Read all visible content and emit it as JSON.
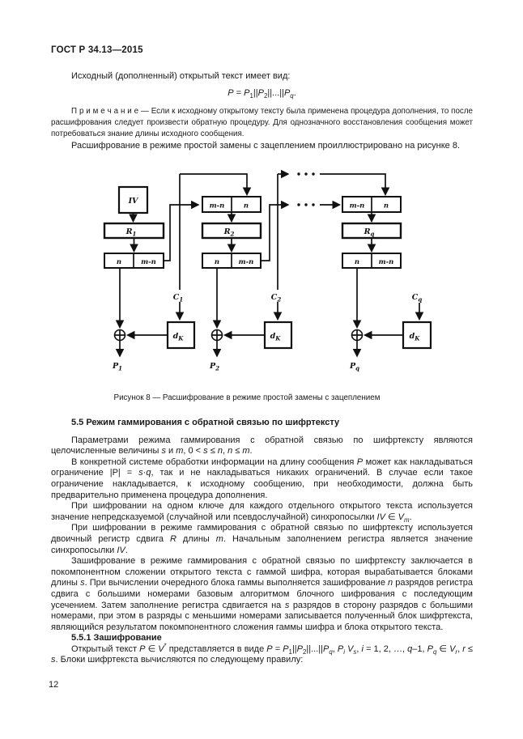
{
  "doc": {
    "header": "ГОСТ Р 34.13—2015",
    "page_number": "12",
    "intro_lead": "Исходный (дополненный) открытый текст имеет вид:",
    "formula": [
      {
        "t": "P",
        "c": "i"
      },
      {
        "t": " = "
      },
      {
        "t": "P",
        "c": "i"
      },
      {
        "t": "1",
        "c": "sub"
      },
      {
        "t": "||"
      },
      {
        "t": "P",
        "c": "i"
      },
      {
        "t": "2",
        "c": "sub"
      },
      {
        "t": "||...||"
      },
      {
        "t": "P",
        "c": "i"
      },
      {
        "t": "q",
        "c": "isub"
      },
      {
        "t": "."
      }
    ],
    "note": "П р и м е ч а н и е   —   Если к исходному открытому тексту была применена процедура дополнения, то после расшифрования следует произвести обратную процедуру. Для однозначного восстановления сообщения может потребоваться знание длины исходного сообщения.",
    "after_note": "Расшифрование в режиме простой замены с зацеплением проиллюстрировано на рисунке 8.",
    "figure": {
      "caption": "Рисунок 8 — Расшифрование в режиме простой замены с зацеплением",
      "labels": {
        "iv": "IV",
        "r": "R",
        "r1s": "1",
        "r2s": "2",
        "rqs": "q",
        "n": "n",
        "mn": "m-n",
        "c": "C",
        "c1s": "1",
        "c2s": "2",
        "cqs": "q",
        "d": "d",
        "ds": "K",
        "p": "P",
        "p1s": "1",
        "p2s": "2",
        "pqs": "q"
      }
    },
    "section": {
      "h55": "5.5 Режим гаммирования с обратной связью по шифртексту",
      "p1": [
        {
          "t": "Параметрами режима гаммирования с обратной связью по шифртексту являются целочисленные величины "
        },
        {
          "t": "s",
          "c": "i"
        },
        {
          "t": " и "
        },
        {
          "t": "m",
          "c": "i"
        },
        {
          "t": ", 0 < "
        },
        {
          "t": "s",
          "c": "i"
        },
        {
          "t": " ≤ "
        },
        {
          "t": "n",
          "c": "i"
        },
        {
          "t": ", "
        },
        {
          "t": "n",
          "c": "i"
        },
        {
          "t": " ≤ "
        },
        {
          "t": "m",
          "c": "i"
        },
        {
          "t": "."
        }
      ],
      "p2": [
        {
          "t": "В конкретной системе обработки информации на длину сообщения "
        },
        {
          "t": "P",
          "c": "i"
        },
        {
          "t": " может как накладываться ограничение |P| = "
        },
        {
          "t": "s",
          "c": "i"
        },
        {
          "t": "·"
        },
        {
          "t": "q",
          "c": "i"
        },
        {
          "t": ", так и не накладываться никаких ограничений. В случае если такое ограничение накладывается, к исходному сообщению, при необходимости, должна быть предварительно применена процедура дополнения."
        }
      ],
      "p3": [
        {
          "t": "При шифровании на одном ключе для каждого отдельного открытого текста используется значение непредсказуемой (случайной или псевдослучайной) синхропосылки "
        },
        {
          "t": "IV",
          "c": "i"
        },
        {
          "t": " ∈ "
        },
        {
          "t": "V",
          "c": "i"
        },
        {
          "t": "m",
          "c": "isub"
        },
        {
          "t": "."
        }
      ],
      "p4": [
        {
          "t": "При шифровании в режиме гаммирования с обратной связью по шифртексту используется двоичный регистр сдвига "
        },
        {
          "t": "R",
          "c": "i"
        },
        {
          "t": " длины "
        },
        {
          "t": "m",
          "c": "i"
        },
        {
          "t": ". Начальным заполнением регистра является значение синхропосылки "
        },
        {
          "t": "IV",
          "c": "i"
        },
        {
          "t": "."
        }
      ],
      "p5": [
        {
          "t": "Зашифрование в режиме гаммирования с обратной связью по шифртексту заключается в покомпонентном сложении открытого текста с гаммой шифра, которая вырабатывается блоками длины "
        },
        {
          "t": "s",
          "c": "i"
        },
        {
          "t": ". При вычислении очередного блока гаммы выполняется зашифрование "
        },
        {
          "t": "n",
          "c": "i"
        },
        {
          "t": " разрядов регистра сдвига с большими номерами базовым алгоритмом блочного шифрования с последующим усечением. Затем заполнение регистра сдвигается на "
        },
        {
          "t": "s",
          "c": "i"
        },
        {
          "t": " разрядов в сторону разрядов с большими номерами, при этом в разряды с меньшими номерами записывается полученный блок шифртекста, являющийся результатом покомпонентного сложения гаммы шифра и блока открытого текста."
        }
      ],
      "h551": "5.5.1 Зашифрование",
      "p6": [
        {
          "t": "Открытый текст "
        },
        {
          "t": "P",
          "c": "i"
        },
        {
          "t": " ∈ "
        },
        {
          "t": "V",
          "c": "i"
        },
        {
          "t": "*",
          "c": "sup"
        },
        {
          "t": " представляется в виде  "
        },
        {
          "t": "P",
          "c": "i"
        },
        {
          "t": " = "
        },
        {
          "t": "P",
          "c": "i"
        },
        {
          "t": "1",
          "c": "sub"
        },
        {
          "t": "||"
        },
        {
          "t": "P",
          "c": "i"
        },
        {
          "t": "2",
          "c": "sub"
        },
        {
          "t": "||...||"
        },
        {
          "t": "P",
          "c": "i"
        },
        {
          "t": "q",
          "c": "isub"
        },
        {
          "t": ", "
        },
        {
          "t": "P",
          "c": "i"
        },
        {
          "t": "i",
          "c": "isub"
        },
        {
          "t": " "
        },
        {
          "t": "V",
          "c": "i"
        },
        {
          "t": "s",
          "c": "isub"
        },
        {
          "t": ", "
        },
        {
          "t": "i",
          "c": "i"
        },
        {
          "t": " = 1, 2, …, "
        },
        {
          "t": "q",
          "c": "i"
        },
        {
          "t": "–1, "
        },
        {
          "t": "P",
          "c": "i"
        },
        {
          "t": "q",
          "c": "isub"
        },
        {
          "t": " ∈ "
        },
        {
          "t": "V",
          "c": "i"
        },
        {
          "t": "r",
          "c": "isub"
        },
        {
          "t": ", "
        },
        {
          "t": "r",
          "c": "i"
        },
        {
          "t": " ≤ "
        },
        {
          "t": "s",
          "c": "i"
        },
        {
          "t": ". Блоки шифртекста вычисляются по следующему правилу:"
        }
      ]
    }
  }
}
